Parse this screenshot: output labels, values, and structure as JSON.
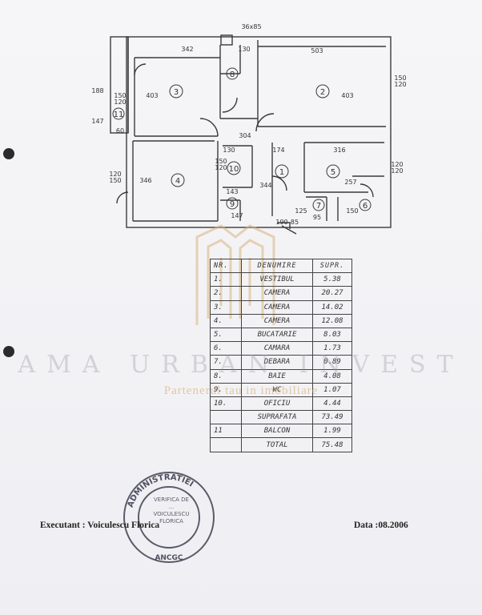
{
  "plan": {
    "dimensions": [
      "36x85",
      "342",
      "130",
      "503",
      "403",
      "403",
      "150",
      "120",
      "150",
      "120",
      "188",
      "147",
      "60",
      "130",
      "120",
      "150",
      "304",
      "174",
      "316",
      "120",
      "120",
      "150",
      "120",
      "346",
      "344",
      "257",
      "143",
      "95",
      "125",
      "150",
      "147",
      "190",
      "85"
    ],
    "room_numbers": [
      "1",
      "2",
      "3",
      "4",
      "5",
      "6",
      "7",
      "8",
      "9",
      "10",
      "11"
    ]
  },
  "legend": {
    "headers": {
      "nr": "NR.",
      "denumire": "DENUMIRE",
      "supr": "SUPR."
    },
    "rows": [
      {
        "nr": "1.",
        "den": "VESTIBUL",
        "sup": "5.38"
      },
      {
        "nr": "2.",
        "den": "CAMERA",
        "sup": "20.27"
      },
      {
        "nr": "3.",
        "den": "CAMERA",
        "sup": "14.02"
      },
      {
        "nr": "4.",
        "den": "CAMERA",
        "sup": "12.08"
      },
      {
        "nr": "5.",
        "den": "BUCATARIE",
        "sup": "8.03"
      },
      {
        "nr": "6.",
        "den": "CAMARA",
        "sup": "1.73"
      },
      {
        "nr": "7.",
        "den": "DEBARA",
        "sup": "0.89"
      },
      {
        "nr": "8.",
        "den": "BAIE",
        "sup": "4.08"
      },
      {
        "nr": "9.",
        "den": "WC",
        "sup": "1.07"
      },
      {
        "nr": "10.",
        "den": "OFICIU",
        "sup": "4.44"
      },
      {
        "nr": "",
        "den": "SUPRAFATA",
        "sup": "73.49"
      },
      {
        "nr": "11",
        "den": "BALCON",
        "sup": "1.99"
      },
      {
        "nr": "",
        "den": "TOTAL",
        "sup": "75.48"
      }
    ]
  },
  "watermark": {
    "title": "AMA URBAN INVEST",
    "subtitle": "Partenerul tau in imobiliare"
  },
  "footer": {
    "executant": "Executant : Voiculescu Florica",
    "date": "Data :08.2006"
  },
  "stamp": {
    "ring_text": "ADMINISTRATIEI",
    "bottom": "ANCGC",
    "inner": "VERIFICA DE ... VOICULESCU FLORICA"
  },
  "colors": {
    "ink": "#333333",
    "gold": "#d6aa6e",
    "paper": "#f4f4f6"
  }
}
